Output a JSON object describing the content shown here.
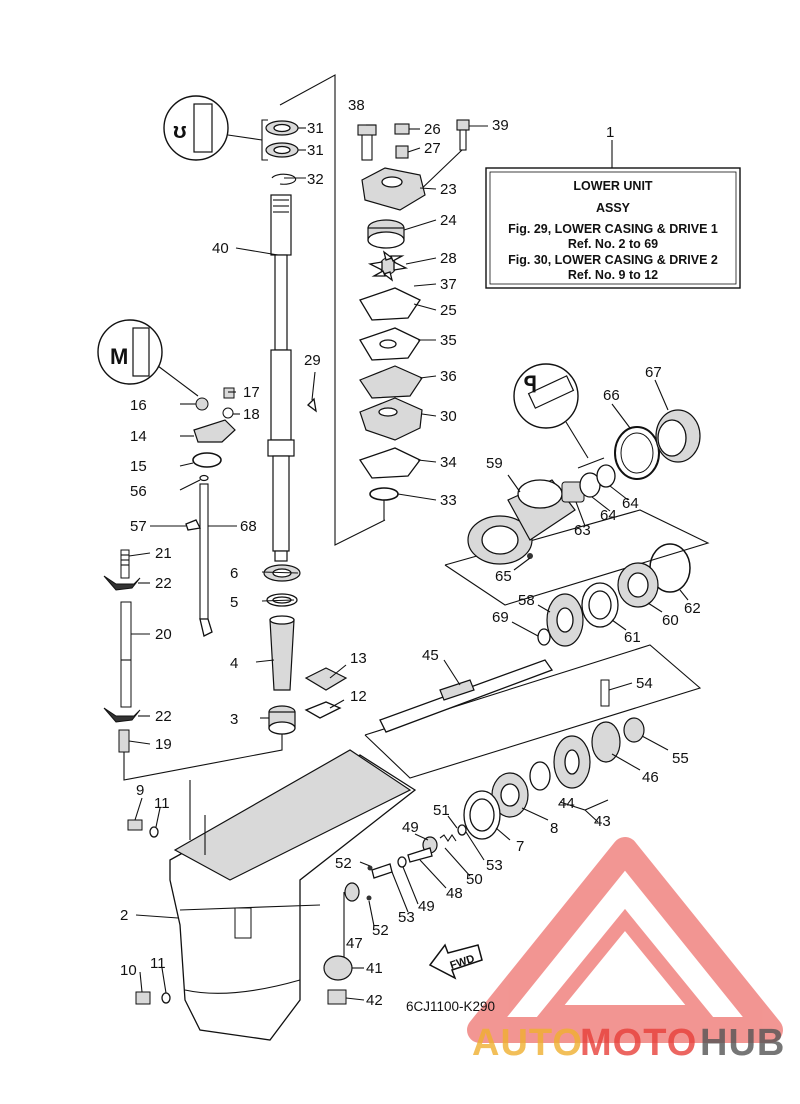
{
  "box": {
    "ref": "1",
    "line1": "LOWER UNIT",
    "line2": "ASSY",
    "line3": "Fig. 29, LOWER CASING & DRIVE 1",
    "line4": "Ref. No. 2 to 69",
    "line5": "Fig. 30, LOWER CASING & DRIVE 2",
    "line6": "Ref. No. 9 to 12"
  },
  "fwd_label": "FWD",
  "diagram_code": "6CJ1100-K290",
  "watermark": {
    "part1": "AUTO",
    "part2": "MOTO",
    "part3": "HUB",
    "color1": "#f0b030",
    "color2": "#e8403a",
    "color3": "#555555"
  },
  "callouts": {
    "n2": "2",
    "n3": "3",
    "n4": "4",
    "n5": "5",
    "n6": "6",
    "n7": "7",
    "n8": "8",
    "n9": "9",
    "n10": "10",
    "n11a": "11",
    "n11b": "11",
    "n12": "12",
    "n13": "13",
    "n14": "14",
    "n15": "15",
    "n16": "16",
    "n17": "17",
    "n18": "18",
    "n19": "19",
    "n20": "20",
    "n21": "21",
    "n22a": "22",
    "n22b": "22",
    "n23": "23",
    "n24": "24",
    "n25": "25",
    "n26": "26",
    "n27": "27",
    "n28": "28",
    "n29": "29",
    "n30": "30",
    "n31a": "31",
    "n31b": "31",
    "n32": "32",
    "n33": "33",
    "n34": "34",
    "n35": "35",
    "n36": "36",
    "n37": "37",
    "n38": "38",
    "n39": "39",
    "n40": "40",
    "n41": "41",
    "n42": "42",
    "n43": "43",
    "n44": "44",
    "n45": "45",
    "n46": "46",
    "n47": "47",
    "n48": "48",
    "n49a": "49",
    "n49b": "49",
    "n50": "50",
    "n51": "51",
    "n52a": "52",
    "n52b": "52",
    "n53a": "53",
    "n53b": "53",
    "n54": "54",
    "n55": "55",
    "n56": "56",
    "n57": "57",
    "n58": "58",
    "n59": "59",
    "n60": "60",
    "n61": "61",
    "n62": "62",
    "n63": "63",
    "n64a": "64",
    "n64b": "64",
    "n65": "65",
    "n66": "66",
    "n67": "67",
    "n68": "68",
    "n69": "69"
  }
}
